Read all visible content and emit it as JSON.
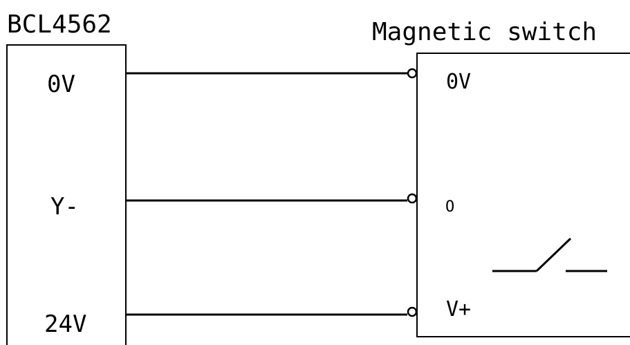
{
  "controller": {
    "title": "BCL4562",
    "pins": [
      "0V",
      "Y-",
      "24V"
    ]
  },
  "device": {
    "title": "Magnetic switch",
    "pins": [
      "0V",
      "O",
      "V+"
    ]
  },
  "symbols": {
    "contact": "normally-open-switch-icon",
    "terminal": "terminal-circle-icon"
  },
  "colors": {
    "line": "#000000",
    "background": "#ffffff"
  }
}
